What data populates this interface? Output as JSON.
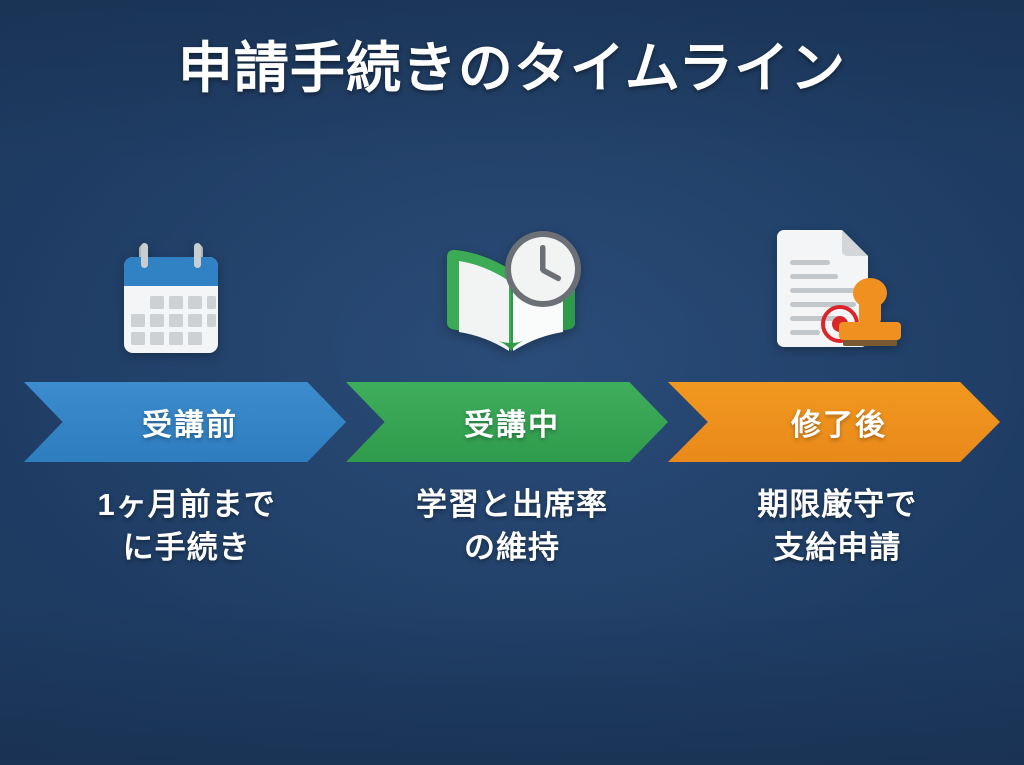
{
  "slide": {
    "title": "申請手続きのタイムライン",
    "background_color": "#1d3a5f",
    "title_color": "#ffffff"
  },
  "steps": [
    {
      "id": "before-course",
      "icon": "calendar-icon",
      "arrow_label": "受講前",
      "arrow_color": "#3182c4",
      "caption_line1": "1ヶ月前まで",
      "caption_line2": "に手続き"
    },
    {
      "id": "during-course",
      "icon": "book-clock-icon",
      "arrow_label": "受講中",
      "arrow_color": "#35a352",
      "caption_line1": "学習と出席率",
      "caption_line2": "の維持"
    },
    {
      "id": "after-completion",
      "icon": "document-stamp-icon",
      "arrow_label": "修了後",
      "arrow_color": "#ed901e",
      "caption_line1": "期限厳守で",
      "caption_line2": "支給申請"
    }
  ]
}
